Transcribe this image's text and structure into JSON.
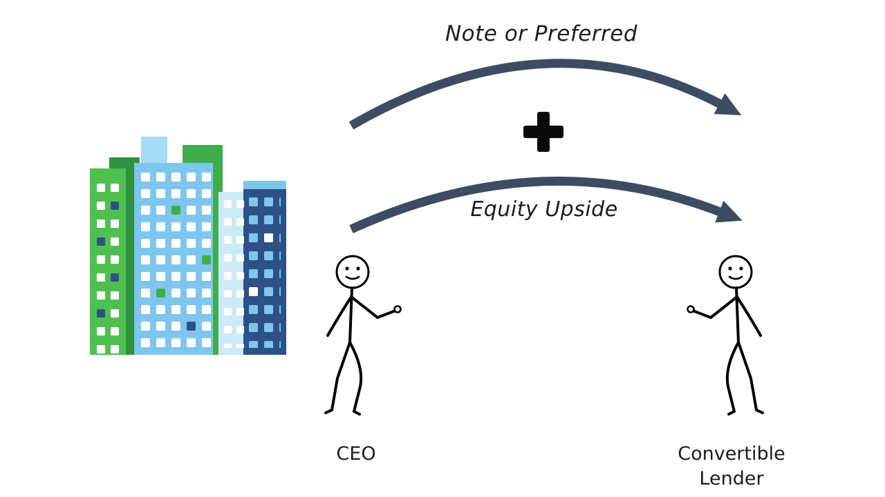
{
  "diagram": {
    "top_arrow_label": "Note or Preferred",
    "bottom_arrow_label": "Equity Upside",
    "left_actor_label": "CEO",
    "right_actor_label": "Convertible Lender"
  },
  "icons": {
    "plus": "plus-icon",
    "buildings": "city-buildings-illustration",
    "left_person": "stick-figure-ceo",
    "right_person": "stick-figure-lender"
  },
  "colors": {
    "ink": "#0a0a0a",
    "label-text": "#1c1c1c",
    "arrow": "#3d4c60",
    "figure-stroke": "#000000",
    "green-bright": "#4fc04f",
    "green-dark": "#2f9241",
    "green-mid": "#3fae4a",
    "blue-main": "#7fc6ee",
    "blue-tower": "#a5dbf7",
    "blue-pale": "#cdeaf8",
    "navy": "#2d5187",
    "window": "#ffffff"
  }
}
